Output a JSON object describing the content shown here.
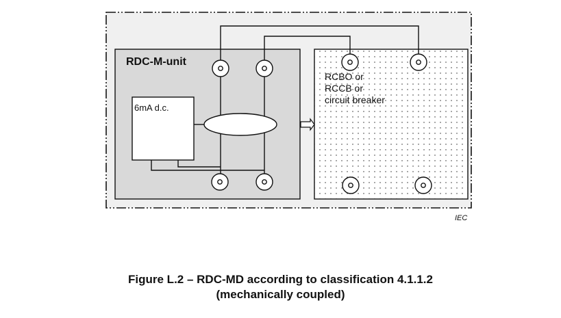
{
  "figure": {
    "caption_line1": "Figure L.2 – RDC-MD according to classification 4.1.1.2",
    "caption_line2": "(mechanically coupled)",
    "source_mark": "IEC"
  },
  "rdc_m_unit": {
    "title": "RDC-M-unit",
    "dc_block_label": "6mA d.c.",
    "terminals_top": 2,
    "terminals_bottom": 2,
    "components": [
      "current-transformer",
      "6mA-dc-detector",
      "mechanical-coupling-arrow"
    ]
  },
  "breaker": {
    "label_lines": [
      "RCBO or",
      "RCCB or",
      "circuit breaker"
    ],
    "terminals_top": 2,
    "terminals_bottom": 2,
    "fill_pattern": "dotted"
  },
  "colors": {
    "outer_fill": "#f0f0f0",
    "unit_fill": "#d9d9d9",
    "breaker_fill": "#ffffff",
    "stroke": "#111111"
  }
}
